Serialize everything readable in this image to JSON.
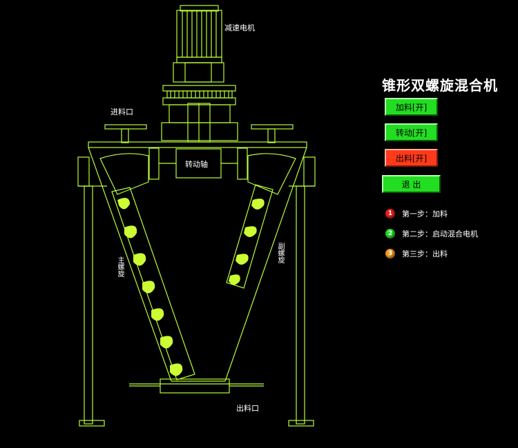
{
  "title": "锥形双螺旋混合机",
  "colors": {
    "line": "#b8ff3a",
    "auger": "#ccff33",
    "btn_green": "#22dd22",
    "btn_red": "#ff3a1a"
  },
  "labels": {
    "motor": "减速电机",
    "inlet": "进料口",
    "shaft": "转动轴",
    "auger_left": "主螺旋",
    "auger_right": "副螺旋",
    "outlet": "出料口"
  },
  "buttons": {
    "feed": "加料[开]",
    "rotate": "转动[开]",
    "discharge": "出料[开]",
    "exit": "退 出"
  },
  "steps": [
    {
      "num": "1",
      "text": "第一步：加料",
      "color": "#ee1c1c"
    },
    {
      "num": "2",
      "text": "第二步：启动混合电机",
      "color": "#22dd22"
    },
    {
      "num": "3",
      "text": "第三步：出料",
      "color": "#f59a1a"
    }
  ]
}
